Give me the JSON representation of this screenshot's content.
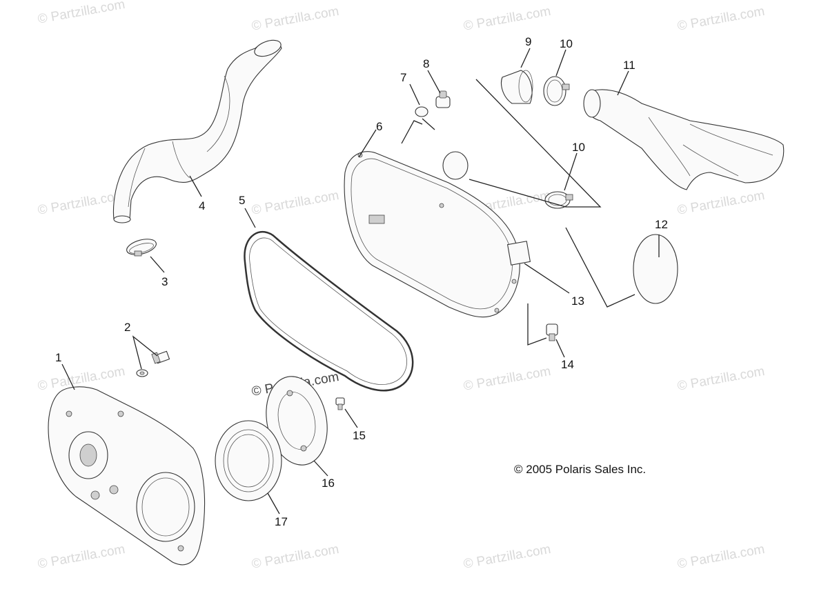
{
  "watermark_text": "© Partzilla.com",
  "copyright": "© 2005 Polaris Sales Inc.",
  "callouts": [
    "1",
    "2",
    "3",
    "4",
    "5",
    "6",
    "7",
    "8",
    "9",
    "10",
    "10",
    "11",
    "12",
    "13",
    "14",
    "15",
    "16",
    "17"
  ]
}
